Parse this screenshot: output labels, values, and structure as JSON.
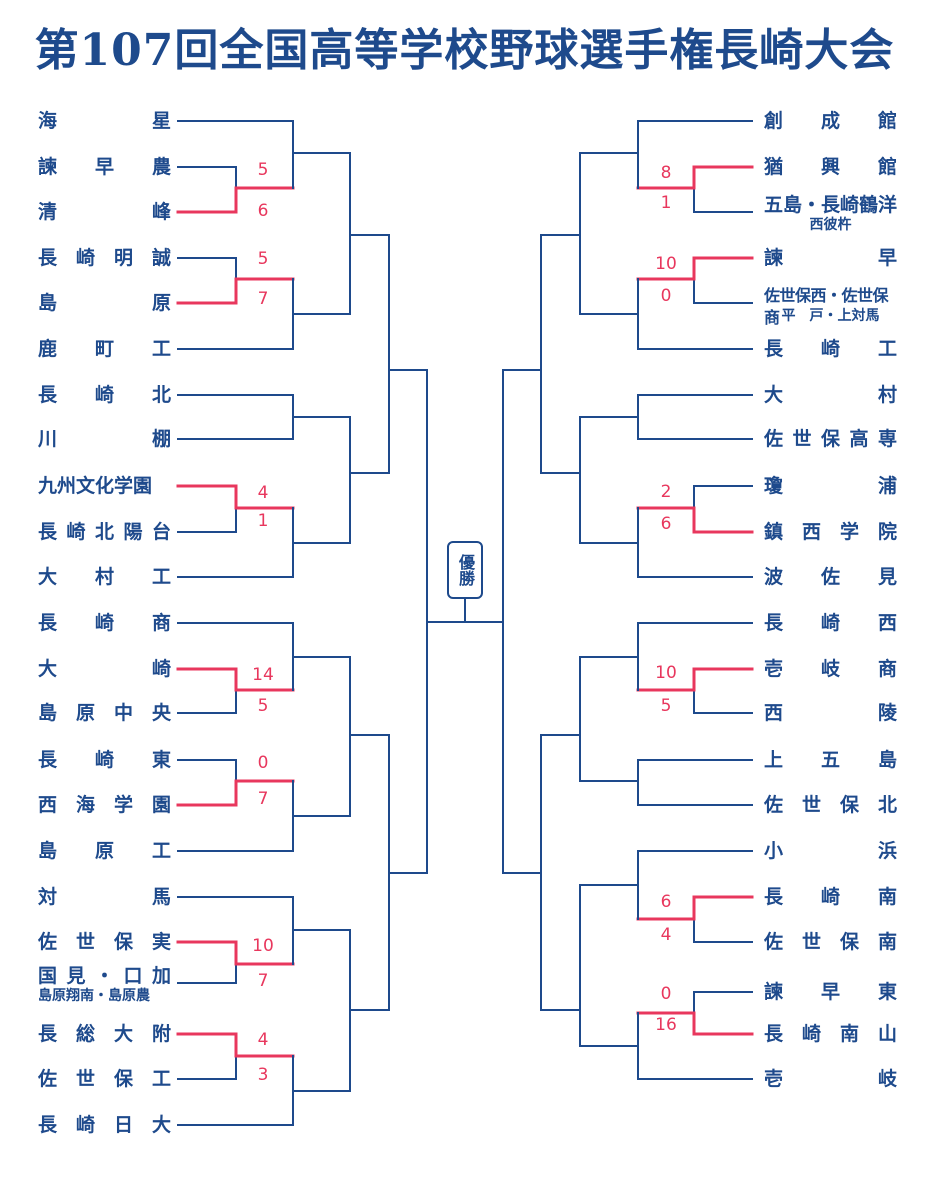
{
  "title": "第107回全国高等学校野球選手権長崎大会",
  "champion_label": "優勝",
  "colors": {
    "line": "#1e4a8c",
    "win": "#e8375d",
    "text": "#1e4a8c"
  },
  "left_teams": [
    "海　　星",
    "諫早農",
    "清　　峰",
    "長崎明誠",
    "島　　原",
    "鹿町工",
    "長崎北",
    "川　　棚",
    "九州文化学園",
    "長崎北陽台",
    "大村工",
    "長崎商",
    "大　　崎",
    "島原中央",
    "長崎東",
    "西海学園",
    "島原工",
    "対　　馬",
    "佐世保実",
    "国見・口加",
    "長総大附",
    "佐世保工",
    "長崎日大"
  ],
  "left_team_sub": {
    "19": "島原翔南・島原農"
  },
  "right_teams": [
    "創成館",
    "猶興館",
    "五島・長崎鶴洋",
    "諫　　早",
    "佐世保西・佐世保商",
    "長崎工",
    "大　　村",
    "佐世保高専",
    "瓊　　浦",
    "鎮西学院",
    "波佐見",
    "長崎西",
    "壱岐商",
    "西　　陵",
    "上五島",
    "佐世保北",
    "小　　浜",
    "長崎南",
    "佐世保南",
    "諫早東",
    "長崎南山",
    "壱　　岐"
  ],
  "right_team_sub": {
    "2": "西彼杵",
    "4": "平　戸・上対馬"
  },
  "scores": {
    "l1": [
      "5",
      "6"
    ],
    "l2": [
      "5",
      "7"
    ],
    "l3": [
      "4",
      "1"
    ],
    "l4": [
      "14",
      "5"
    ],
    "l5": [
      "0",
      "7"
    ],
    "l6": [
      "10",
      "7"
    ],
    "l7": [
      "4",
      "3"
    ],
    "r1": [
      "8",
      "1"
    ],
    "r2": [
      "10",
      "0"
    ],
    "r3": [
      "2",
      "6"
    ],
    "r4": [
      "10",
      "5"
    ],
    "r5": [
      "6",
      "4"
    ],
    "r6": [
      "0",
      "16"
    ]
  }
}
